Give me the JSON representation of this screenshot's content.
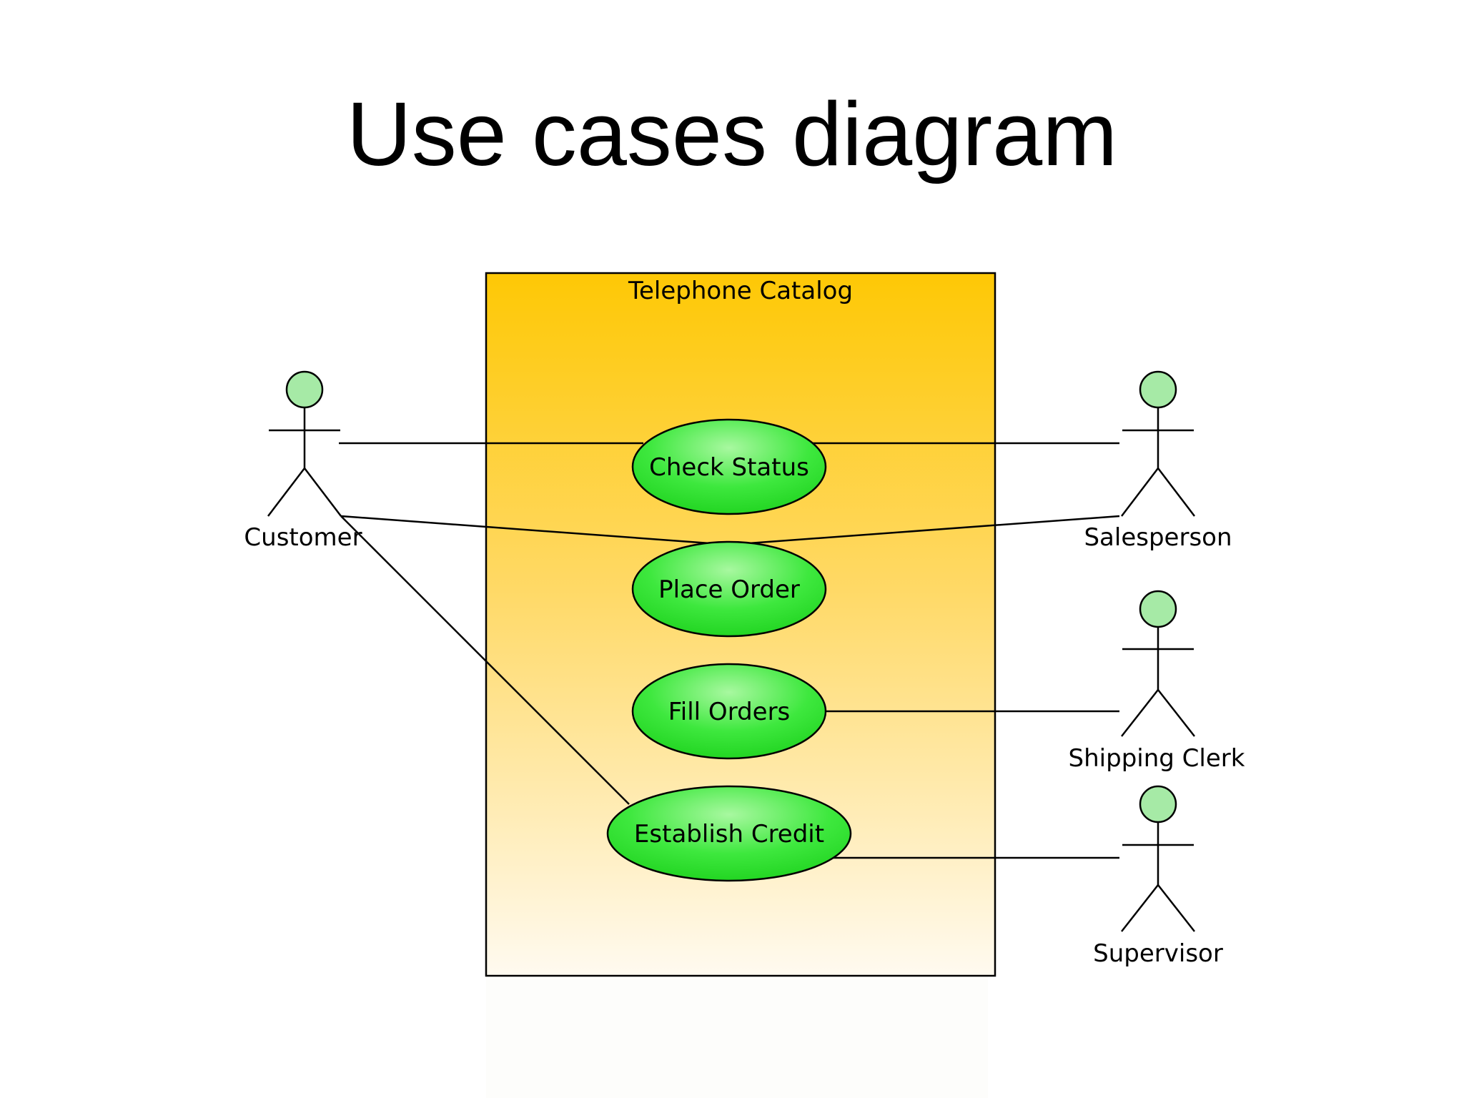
{
  "title": "Use cases diagram",
  "diagram": {
    "system": {
      "name": "Telephone Catalog",
      "gradient_top": "#fec805",
      "gradient_bottom": "#fffaf0"
    },
    "colors": {
      "usecase_light": "#a8f8a0",
      "usecase_mid": "#3ee83e",
      "usecase_dark": "#1ed21e",
      "actor_head": "#a6eaa6",
      "line": "#000000"
    },
    "use_cases": [
      {
        "id": "check-status",
        "label": "Check Status"
      },
      {
        "id": "place-order",
        "label": "Place Order"
      },
      {
        "id": "fill-orders",
        "label": "Fill Orders"
      },
      {
        "id": "establish-credit",
        "label": "Establish Credit"
      }
    ],
    "actors": [
      {
        "id": "customer",
        "label": "Customer"
      },
      {
        "id": "salesperson",
        "label": "Salesperson"
      },
      {
        "id": "shipping-clerk",
        "label": "Shipping Clerk"
      },
      {
        "id": "supervisor",
        "label": "Supervisor"
      }
    ],
    "associations": [
      {
        "from": "customer",
        "to": "check-status"
      },
      {
        "from": "customer",
        "to": "place-order"
      },
      {
        "from": "customer",
        "to": "establish-credit"
      },
      {
        "from": "salesperson",
        "to": "check-status"
      },
      {
        "from": "salesperson",
        "to": "place-order"
      },
      {
        "from": "shipping-clerk",
        "to": "fill-orders"
      },
      {
        "from": "supervisor",
        "to": "establish-credit"
      }
    ]
  }
}
